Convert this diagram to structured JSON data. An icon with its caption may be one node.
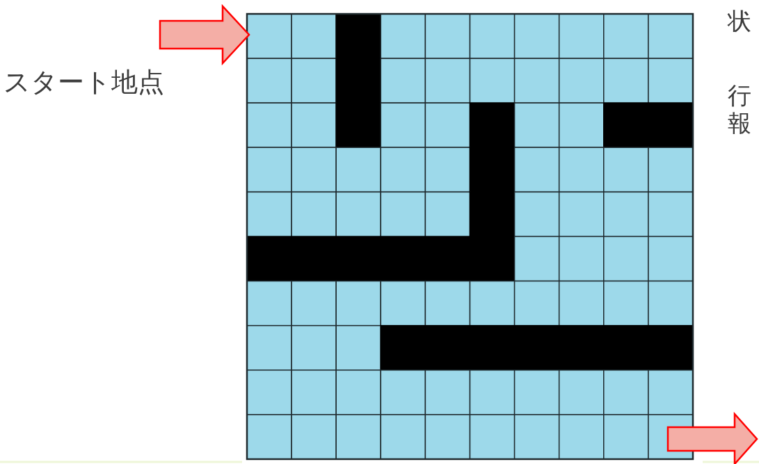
{
  "diagram": {
    "labels": [
      "スタート地点",
      "状",
      "行",
      "報"
    ]
  }
}
